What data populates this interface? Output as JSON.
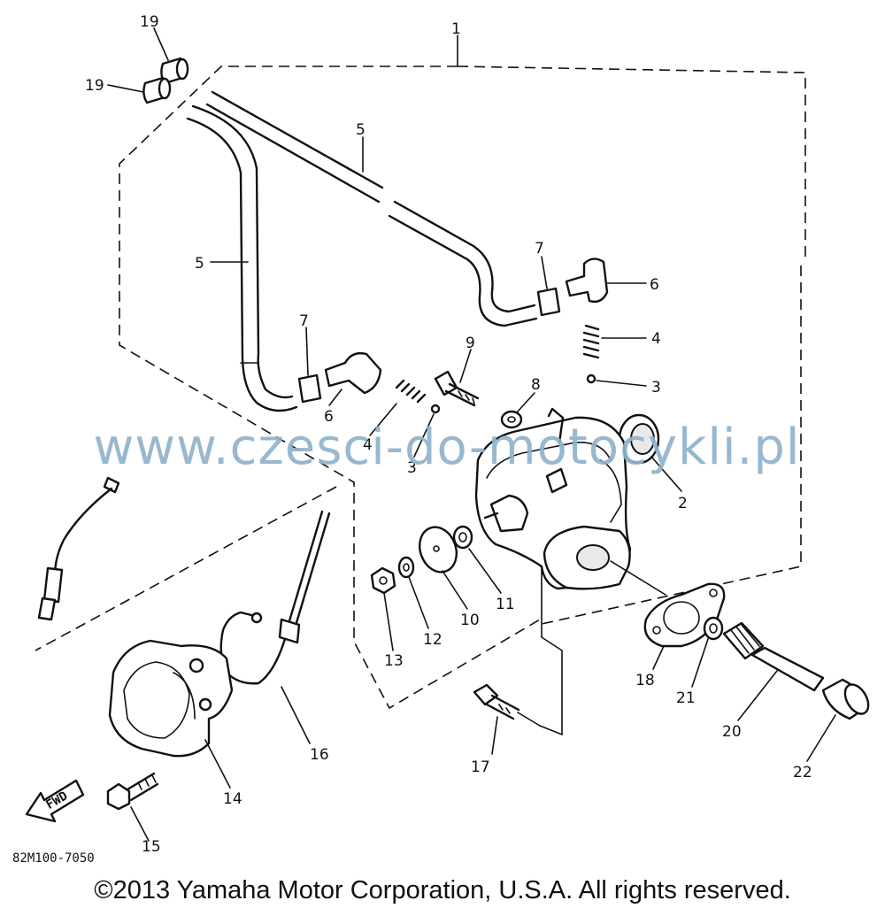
{
  "callouts": [
    "19",
    "19",
    "1",
    "5",
    "5",
    "7",
    "6",
    "7",
    "6",
    "4",
    "3",
    "9",
    "8",
    "4",
    "3",
    "2",
    "10",
    "11",
    "12",
    "13",
    "16",
    "14",
    "15",
    "17",
    "18",
    "21",
    "20",
    "22"
  ],
  "fwd_label": "FWD",
  "drawing_code": "82M100-7050",
  "watermark": "www.czesci-do-motocykli.pl",
  "copyright": "©2013 Yamaha Motor Corporation, U.S.A. All rights reserved.",
  "colors": {
    "watermark": "#8fb3cc",
    "ink": "#111111",
    "background": "#ffffff"
  }
}
